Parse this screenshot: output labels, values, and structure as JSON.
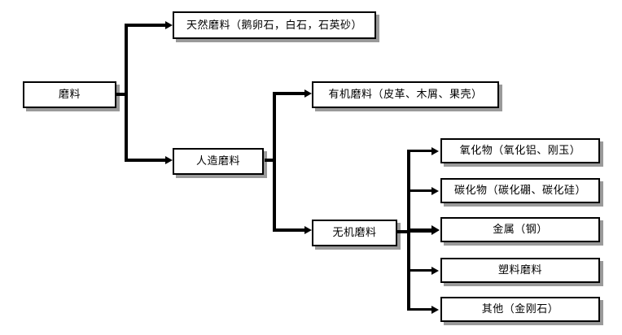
{
  "diagram": {
    "type": "tree-flowchart",
    "title": "",
    "orientation": "left-to-right",
    "colors": {
      "stroke": "#000000",
      "fill": "#ffffff",
      "shadow": "#9a9a9a"
    },
    "nodes": {
      "root": {
        "id": "root",
        "label": "磨料",
        "level": 0
      },
      "natural": {
        "id": "natural",
        "label": "天然磨料（鹅卵石，白石，石英砂）",
        "level": 1
      },
      "artificial": {
        "id": "artificial",
        "label": "人造磨料",
        "level": 1
      },
      "organic": {
        "id": "organic",
        "label": "有机磨料（皮革、木屑、果壳）",
        "level": 2
      },
      "inorganic": {
        "id": "inorganic",
        "label": "无机磨料",
        "level": 2
      },
      "oxide": {
        "id": "oxide",
        "label": "氧化物（氧化铝、刚玉）",
        "level": 3
      },
      "carbide": {
        "id": "carbide",
        "label": "碳化物（碳化硼、碳化硅）",
        "level": 3
      },
      "metal": {
        "id": "metal",
        "label": "金属（钢）",
        "level": 3
      },
      "plastic": {
        "id": "plastic",
        "label": "塑料磨料",
        "level": 3
      },
      "other": {
        "id": "other",
        "label": "其他（金刚石）",
        "level": 3
      }
    },
    "edges": [
      {
        "from": "root",
        "to": "natural"
      },
      {
        "from": "root",
        "to": "artificial"
      },
      {
        "from": "artificial",
        "to": "organic"
      },
      {
        "from": "artificial",
        "to": "inorganic"
      },
      {
        "from": "inorganic",
        "to": "oxide"
      },
      {
        "from": "inorganic",
        "to": "carbide"
      },
      {
        "from": "inorganic",
        "to": "metal"
      },
      {
        "from": "inorganic",
        "to": "plastic"
      },
      {
        "from": "inorganic",
        "to": "other"
      }
    ]
  }
}
